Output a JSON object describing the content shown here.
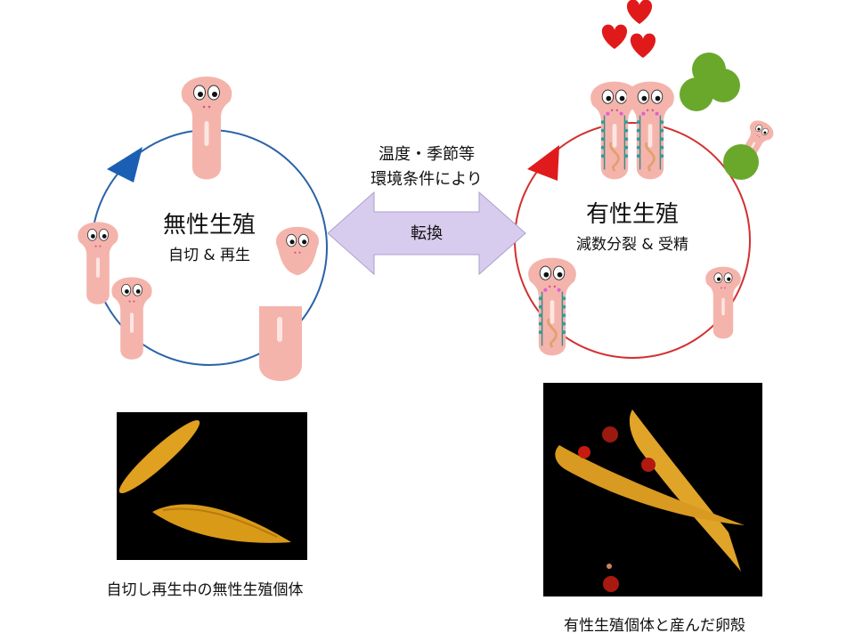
{
  "asexual": {
    "title": "無性生殖",
    "subtitle": "自切 & 再生",
    "ring_color": "#2a62a8",
    "arrow_color": "#1a5fb4"
  },
  "transition": {
    "condition_line1": "温度・季節等",
    "condition_line2": "環境条件により",
    "label": "転換",
    "arrow_color": "#d8ccee"
  },
  "sexual": {
    "title": "有性生殖",
    "subtitle": "減数分裂 & 受精",
    "ring_color": "#d23030",
    "arrow_color": "#e11b1b"
  },
  "photos": {
    "asexual_caption": "自切し再生中の無性生殖個体",
    "sexual_caption": "有性生殖個体と産んだ卵殻"
  },
  "colors": {
    "planarian_body": "#f4b4ac",
    "heart": "#e01a1a",
    "egg": "#6aa82c"
  }
}
